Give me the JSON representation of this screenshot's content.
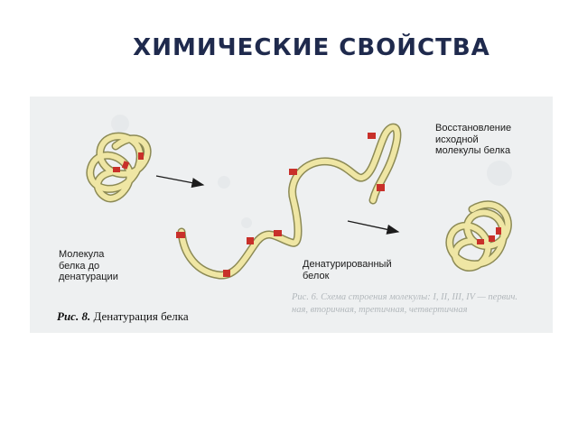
{
  "slide": {
    "title": "ХИМИЧЕСКИЕ СВОЙСТВА"
  },
  "figure": {
    "labels": {
      "native": [
        "Молекула",
        "белка до",
        "денатурации"
      ],
      "denatured": [
        "Денатурированный",
        "белок"
      ],
      "restored": [
        "Восстановление",
        "исходной",
        "молекулы белка"
      ]
    },
    "caption": {
      "label": "Рис. 8.",
      "text": " Денатурация белка"
    },
    "background_text": [
      "Рис. 6. Схема строения молекулы: I, II, III, IV — первич.",
      "ная, вторичная, третичная, четвертичная"
    ]
  },
  "colors": {
    "strand_fill": "#efe6a4",
    "strand_outline": "#8c8a55",
    "marker": "#c8302a",
    "arrow": "#1c1c1c",
    "title": "#1f2a4d"
  }
}
